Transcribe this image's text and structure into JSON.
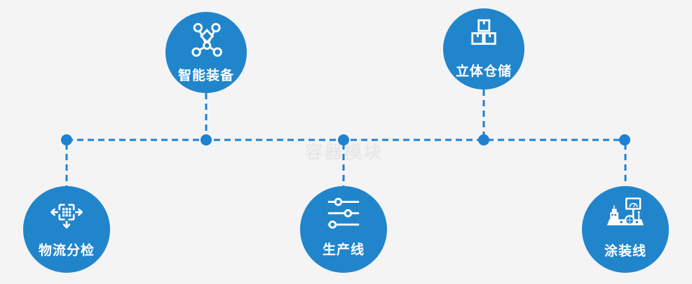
{
  "watermark": "容器模块",
  "colors": {
    "background": "#f4f4f5",
    "circle_fill": "#2185cc",
    "connector_line": "#1e81d1",
    "label_text": "#ffffff",
    "watermark_text": "#e8e8ea"
  },
  "nodes": [
    {
      "id": "intelligent-equipment",
      "label": "智能装备",
      "icon": "network-nodes-icon",
      "row": "top"
    },
    {
      "id": "stereoscopic-warehouse",
      "label": "立体仓储",
      "icon": "stacked-boxes-icon",
      "row": "top"
    },
    {
      "id": "logistics-sorting",
      "label": "物流分检",
      "icon": "sorting-arrows-icon",
      "row": "bottom"
    },
    {
      "id": "production-line",
      "label": "生产线",
      "icon": "sliders-icon",
      "row": "bottom"
    },
    {
      "id": "painting-line",
      "label": "涂装线",
      "icon": "machine-monitor-icon",
      "row": "bottom"
    }
  ]
}
